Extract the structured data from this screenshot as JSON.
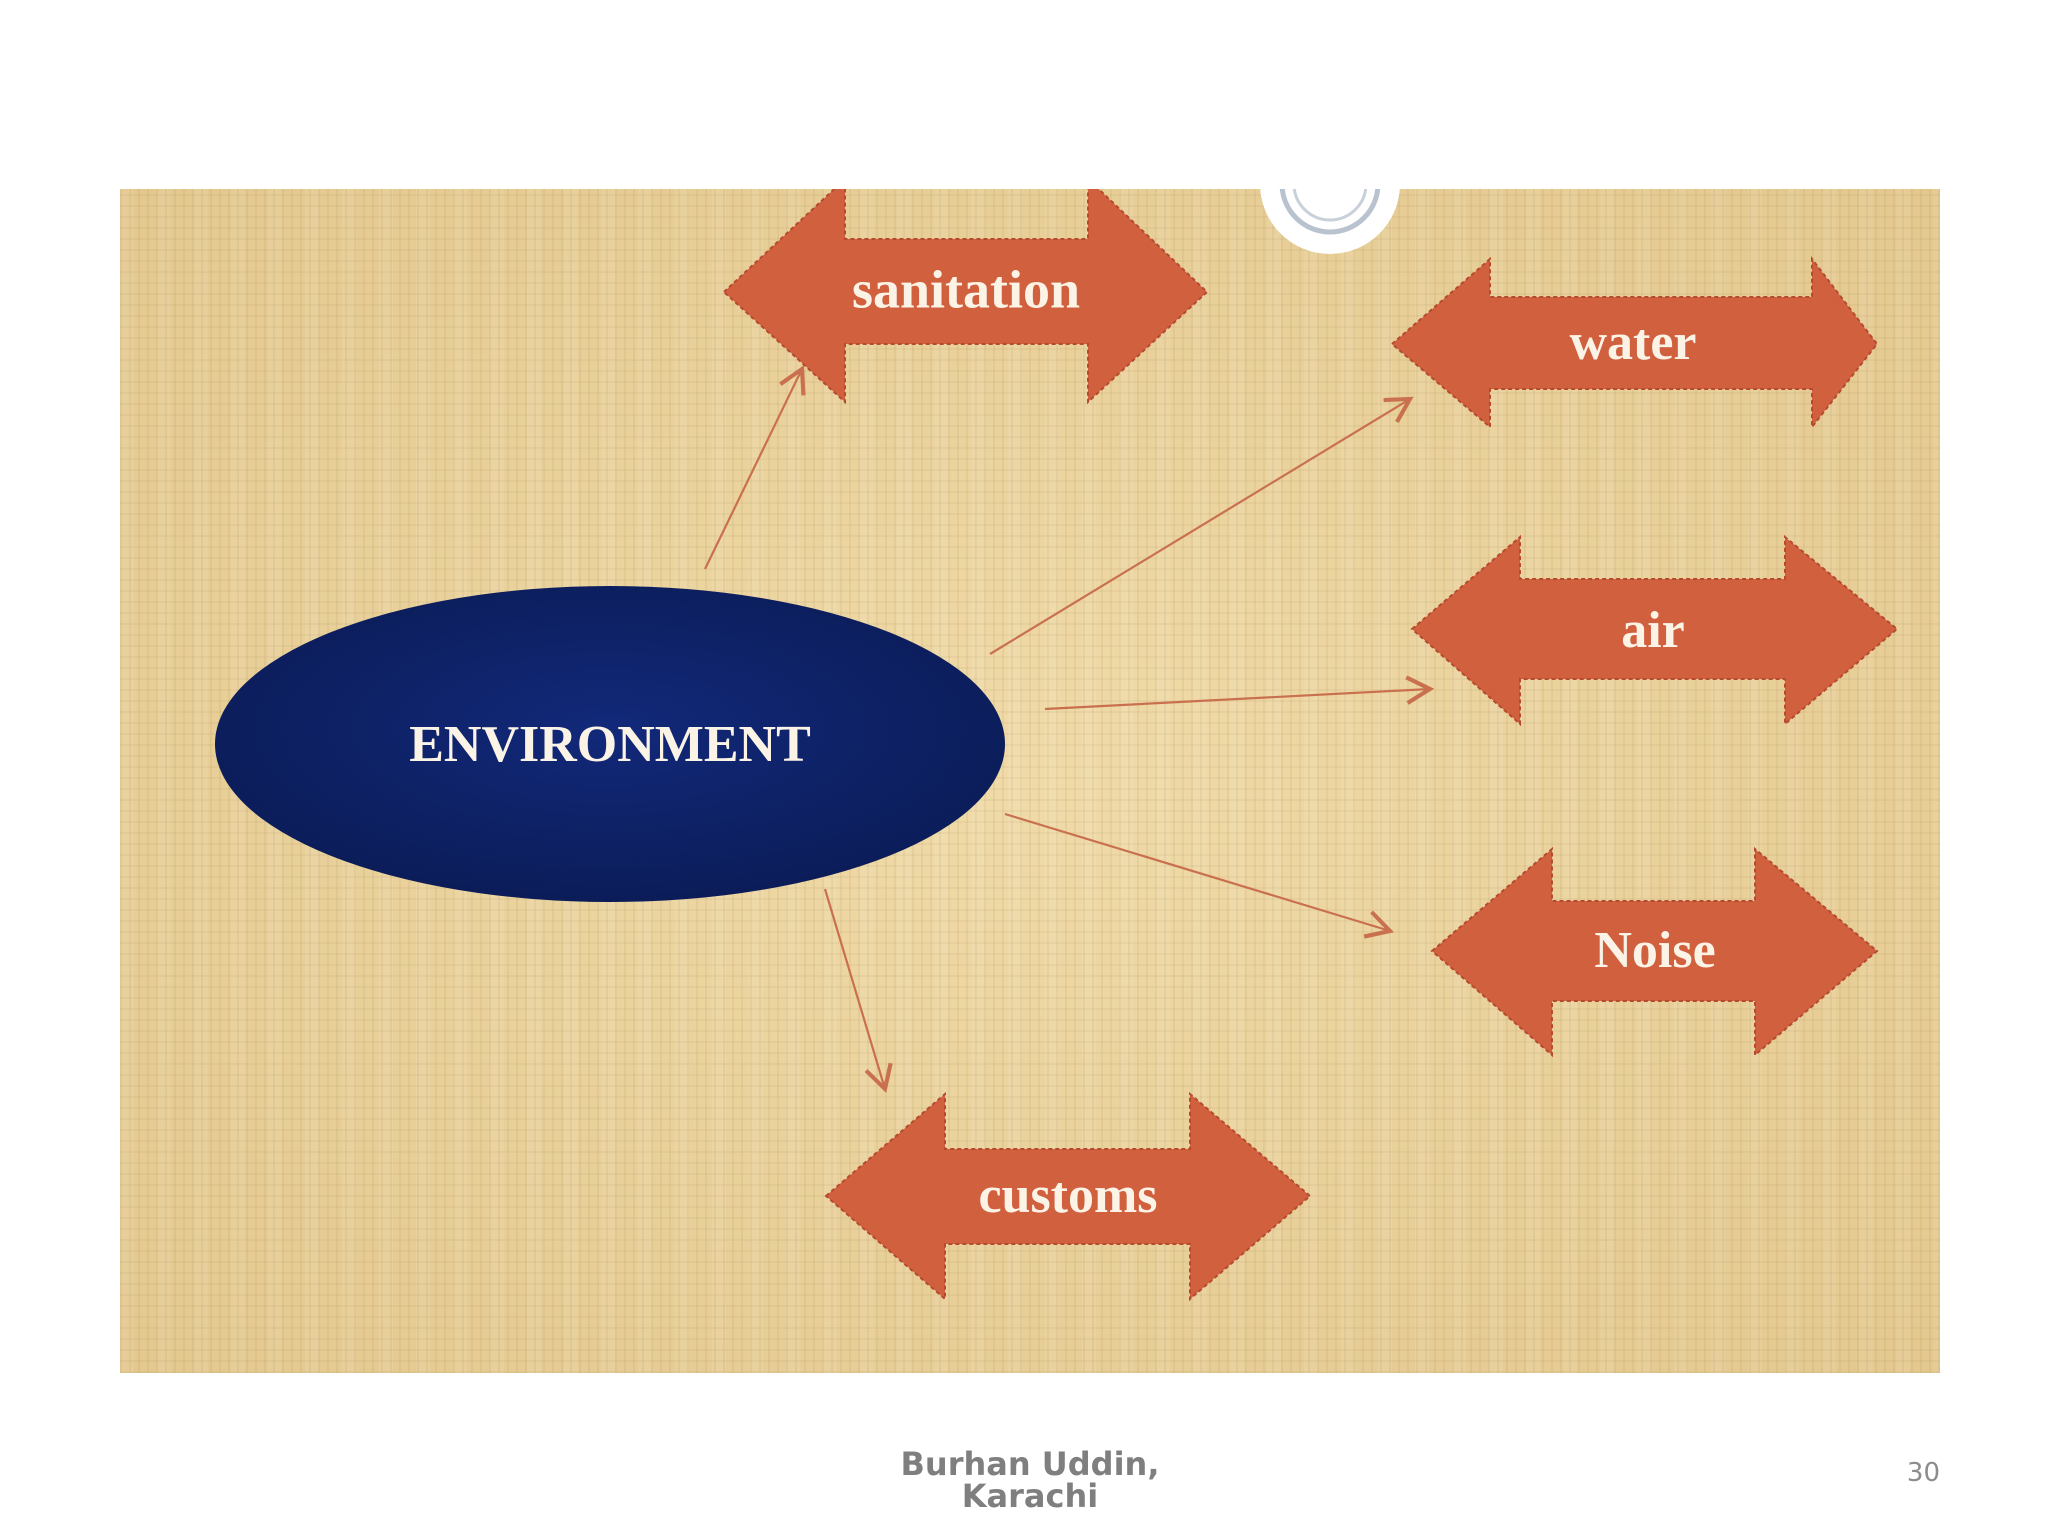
{
  "diagram": {
    "center": {
      "label": "ENVIRONMENT",
      "color": "#0b1f5e"
    },
    "nodes": [
      {
        "id": "sanitation",
        "label": "sanitation"
      },
      {
        "id": "water",
        "label": "water"
      },
      {
        "id": "air",
        "label": "air"
      },
      {
        "id": "noise",
        "label": "Noise"
      },
      {
        "id": "customs",
        "label": "customs"
      }
    ],
    "arrow_color": "#d1603f",
    "connector_color": "#c9704e"
  },
  "footer": {
    "author_line1": "Burhan Uddin,",
    "author_line2": "Karachi",
    "slide_number": "30"
  }
}
